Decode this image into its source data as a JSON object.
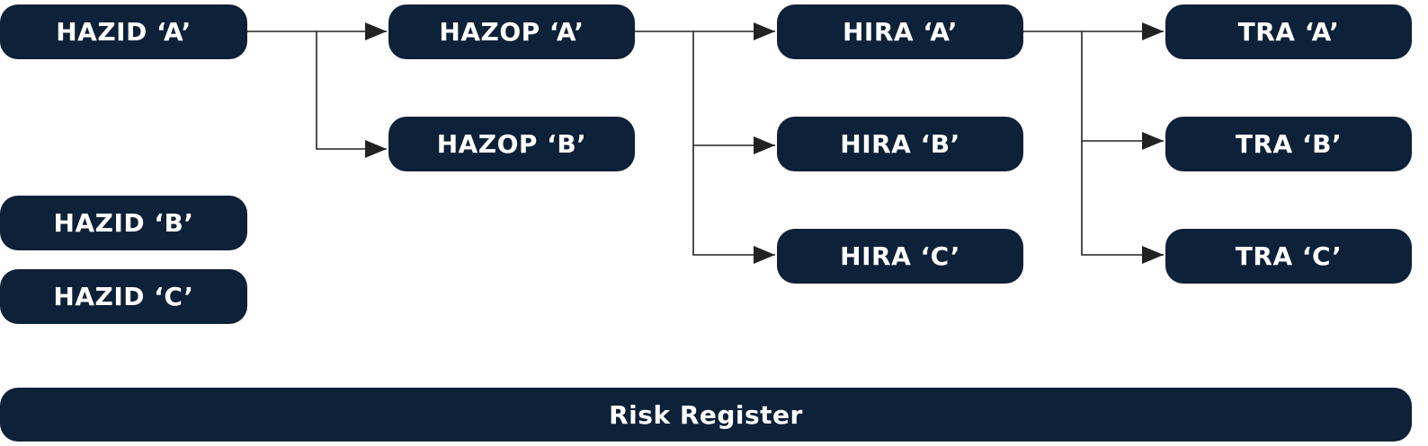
{
  "nodes": {
    "hazid_a": "HAZID ‘A’",
    "hazid_b": "HAZID ‘B’",
    "hazid_c": "HAZID ‘C’",
    "hazop_a": "HAZOP ‘A’",
    "hazop_b": "HAZOP ‘B’",
    "hira_a": "HIRA ‘A’",
    "hira_b": "HIRA ‘B’",
    "hira_c": "HIRA ‘C’",
    "tra_a": "TRA ‘A’",
    "tra_b": "TRA ‘B’",
    "tra_c": "TRA ‘C’",
    "risk_register": "Risk Register"
  },
  "edges": [
    {
      "from": "HAZID ‘A’",
      "to": "HAZOP ‘A’"
    },
    {
      "from": "HAZID ‘A’",
      "to": "HAZOP ‘B’"
    },
    {
      "from": "HAZOP ‘A’",
      "to": "HIRA ‘A’"
    },
    {
      "from": "HAZOP ‘A’",
      "to": "HIRA ‘B’"
    },
    {
      "from": "HAZOP ‘A’",
      "to": "HIRA ‘C’"
    },
    {
      "from": "HIRA ‘A’",
      "to": "TRA ‘A’"
    },
    {
      "from": "HIRA ‘A’",
      "to": "TRA ‘B’"
    },
    {
      "from": "HIRA ‘A’",
      "to": "TRA ‘C’"
    }
  ],
  "colors": {
    "node_fill": "#0d2138",
    "node_text": "#ffffff",
    "connector": "#222222"
  }
}
